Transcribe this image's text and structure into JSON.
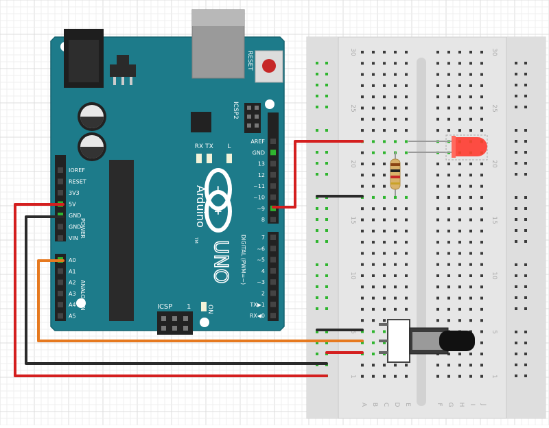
{
  "arduino": {
    "logo_text": "Arduino",
    "logo_tm": "TM",
    "model": "UNO",
    "reset_label": "RESET",
    "icsp2_label": "ICSP2",
    "icsp_label": "ICSP",
    "icsp_pin_one": "1",
    "tx_label": "TX",
    "rx_label": "RX",
    "l_label": "L",
    "on_label": "ON",
    "digital_label": "DIGITAL (PWM=~)",
    "power_label": "POWER",
    "analog_label": "ANALOG IN",
    "power_pins": [
      "IOREF",
      "RESET",
      "3V3",
      "5V",
      "GND",
      "GND",
      "VIN"
    ],
    "analog_pins": [
      "A0",
      "A1",
      "A2",
      "A3",
      "A4",
      "A5"
    ],
    "digital_top": [
      "AREF",
      "GND",
      "13",
      "12",
      "~11",
      "~10",
      "~9",
      "8"
    ],
    "digital_bottom": [
      "7",
      "~6",
      "~5",
      "4",
      "~3",
      "2",
      "TX▶1",
      "RX◀0"
    ]
  },
  "breadboard": {
    "row_numbers": [
      "30",
      "25",
      "20",
      "15",
      "10",
      "5",
      "1"
    ],
    "column_letters": [
      "A",
      "B",
      "C",
      "D",
      "E",
      "F",
      "G",
      "H",
      "I",
      "J"
    ]
  },
  "colors": {
    "board": "#1d7b8a",
    "wire_red": "#d41f1f",
    "wire_black": "#2a2a2a",
    "wire_orange": "#e6791f",
    "led": "#ff3b30"
  }
}
